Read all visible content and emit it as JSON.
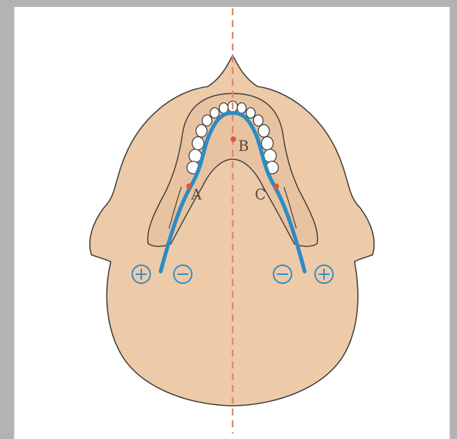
{
  "diagram": {
    "labels": {
      "a": "A",
      "b": "B",
      "c": "C"
    },
    "electrodes": {
      "left_positive": "+",
      "left_negative": "−",
      "right_negative": "−",
      "right_positive": "+"
    },
    "colors": {
      "background": "#b3b3b3",
      "canvas": "#ffffff",
      "head_fill": "#edcaa8",
      "outline": "#3b3b3b",
      "midline": "#e0876a",
      "electrode_wire": "#2b8cc4",
      "marker": "#d9553b"
    },
    "icons": {
      "positive": "plus-circle-icon",
      "negative": "minus-circle-icon"
    }
  }
}
